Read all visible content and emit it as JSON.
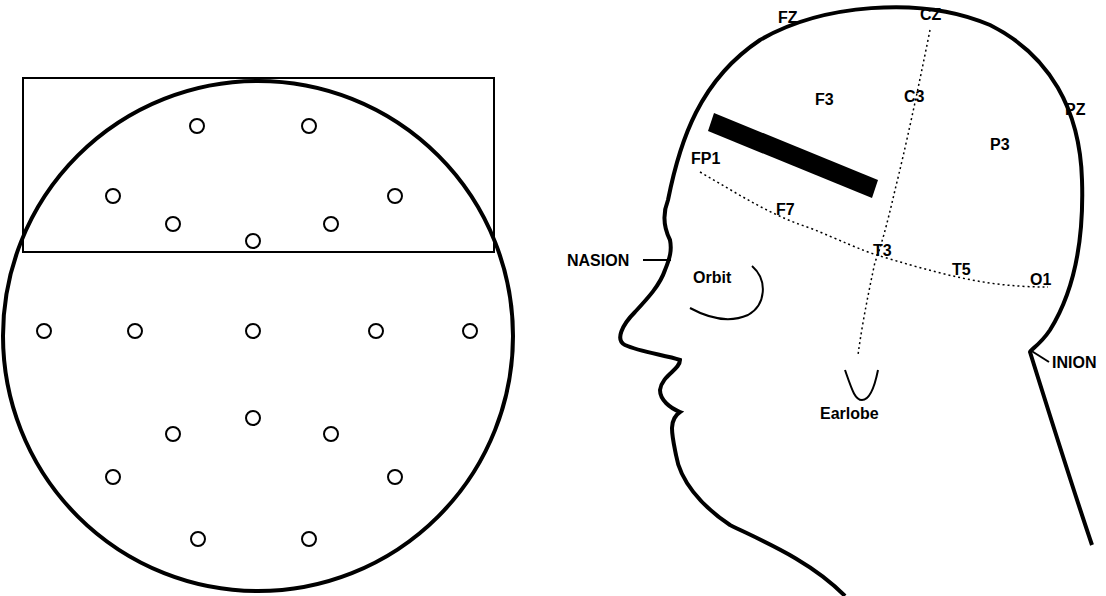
{
  "diagram": {
    "labels": [
      "FZ",
      "CZ",
      "F3",
      "C3",
      "PZ",
      "FP1",
      "P3",
      "F7",
      "NASION",
      "T3",
      "Orbit",
      "T5",
      "O1",
      "INION",
      "Earlobe"
    ]
  }
}
